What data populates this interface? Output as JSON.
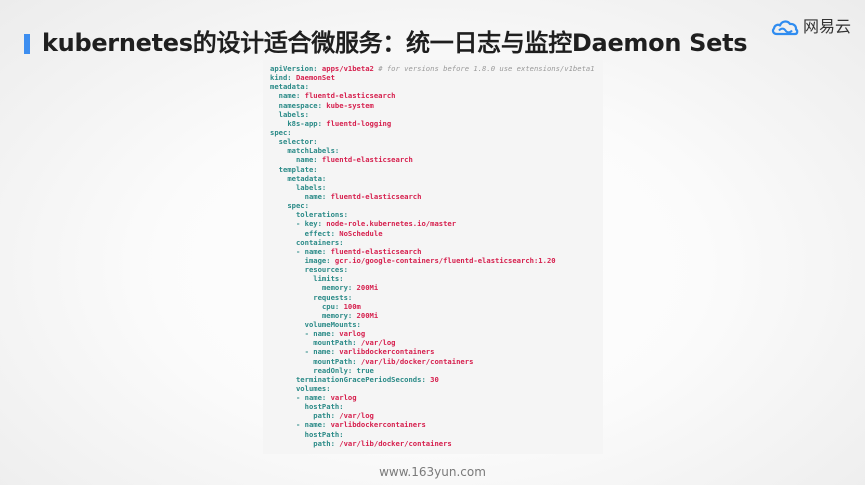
{
  "slide": {
    "title": "kubernetes的设计适合微服务：统一日志与监控Daemon Sets",
    "accent_color": "#3d8ef0",
    "logo": {
      "icon": "cloud-icon",
      "text": "网易云"
    },
    "footer": "www.163yun.com"
  },
  "code": {
    "language": "yaml",
    "colors": {
      "key": "#2a8a87",
      "value": "#d6204e",
      "comment": "#9a9a9a"
    },
    "lines": [
      {
        "indent": "",
        "key": "apiVersion",
        "value": "apps/v1beta2",
        "comment": "# for versions before 1.8.0 use extensions/v1beta1"
      },
      {
        "indent": "",
        "key": "kind",
        "value": "DaemonSet"
      },
      {
        "indent": "",
        "key": "metadata"
      },
      {
        "indent": "  ",
        "key": "name",
        "value": "fluentd-elasticsearch"
      },
      {
        "indent": "  ",
        "key": "namespace",
        "value": "kube-system"
      },
      {
        "indent": "  ",
        "key": "labels"
      },
      {
        "indent": "    ",
        "key": "k8s-app",
        "value": "fluentd-logging"
      },
      {
        "indent": "",
        "key": "spec"
      },
      {
        "indent": "  ",
        "key": "selector"
      },
      {
        "indent": "    ",
        "key": "matchLabels"
      },
      {
        "indent": "      ",
        "key": "name",
        "value": "fluentd-elasticsearch"
      },
      {
        "indent": "  ",
        "key": "template"
      },
      {
        "indent": "    ",
        "key": "metadata"
      },
      {
        "indent": "      ",
        "key": "labels"
      },
      {
        "indent": "        ",
        "key": "name",
        "value": "fluentd-elasticsearch"
      },
      {
        "indent": "    ",
        "key": "spec"
      },
      {
        "indent": "      ",
        "key": "tolerations"
      },
      {
        "indent": "      - ",
        "key": "key",
        "value": "node-role.kubernetes.io/master"
      },
      {
        "indent": "        ",
        "key": "effect",
        "value": "NoSchedule"
      },
      {
        "indent": "      ",
        "key": "containers"
      },
      {
        "indent": "      - ",
        "key": "name",
        "value": "fluentd-elasticsearch"
      },
      {
        "indent": "        ",
        "key": "image",
        "value": "gcr.io/google-containers/fluentd-elasticsearch:1.20"
      },
      {
        "indent": "        ",
        "key": "resources"
      },
      {
        "indent": "          ",
        "key": "limits"
      },
      {
        "indent": "            ",
        "key": "memory",
        "value": "200Mi"
      },
      {
        "indent": "          ",
        "key": "requests"
      },
      {
        "indent": "            ",
        "key": "cpu",
        "value": "100m"
      },
      {
        "indent": "            ",
        "key": "memory",
        "value": "200Mi"
      },
      {
        "indent": "        ",
        "key": "volumeMounts"
      },
      {
        "indent": "        - ",
        "key": "name",
        "value": "varlog"
      },
      {
        "indent": "          ",
        "key": "mountPath",
        "value": "/var/log"
      },
      {
        "indent": "        - ",
        "key": "name",
        "value": "varlibdockercontainers"
      },
      {
        "indent": "          ",
        "key": "mountPath",
        "value": "/var/lib/docker/containers"
      },
      {
        "indent": "          ",
        "key": "readOnly",
        "value": "true",
        "value_is_key_color": true
      },
      {
        "indent": "      ",
        "key": "terminationGracePeriodSeconds",
        "value": "30"
      },
      {
        "indent": "      ",
        "key": "volumes"
      },
      {
        "indent": "      - ",
        "key": "name",
        "value": "varlog"
      },
      {
        "indent": "        ",
        "key": "hostPath"
      },
      {
        "indent": "          ",
        "key": "path",
        "value": "/var/log"
      },
      {
        "indent": "      - ",
        "key": "name",
        "value": "varlibdockercontainers"
      },
      {
        "indent": "        ",
        "key": "hostPath"
      },
      {
        "indent": "          ",
        "key": "path",
        "value": "/var/lib/docker/containers"
      }
    ]
  }
}
